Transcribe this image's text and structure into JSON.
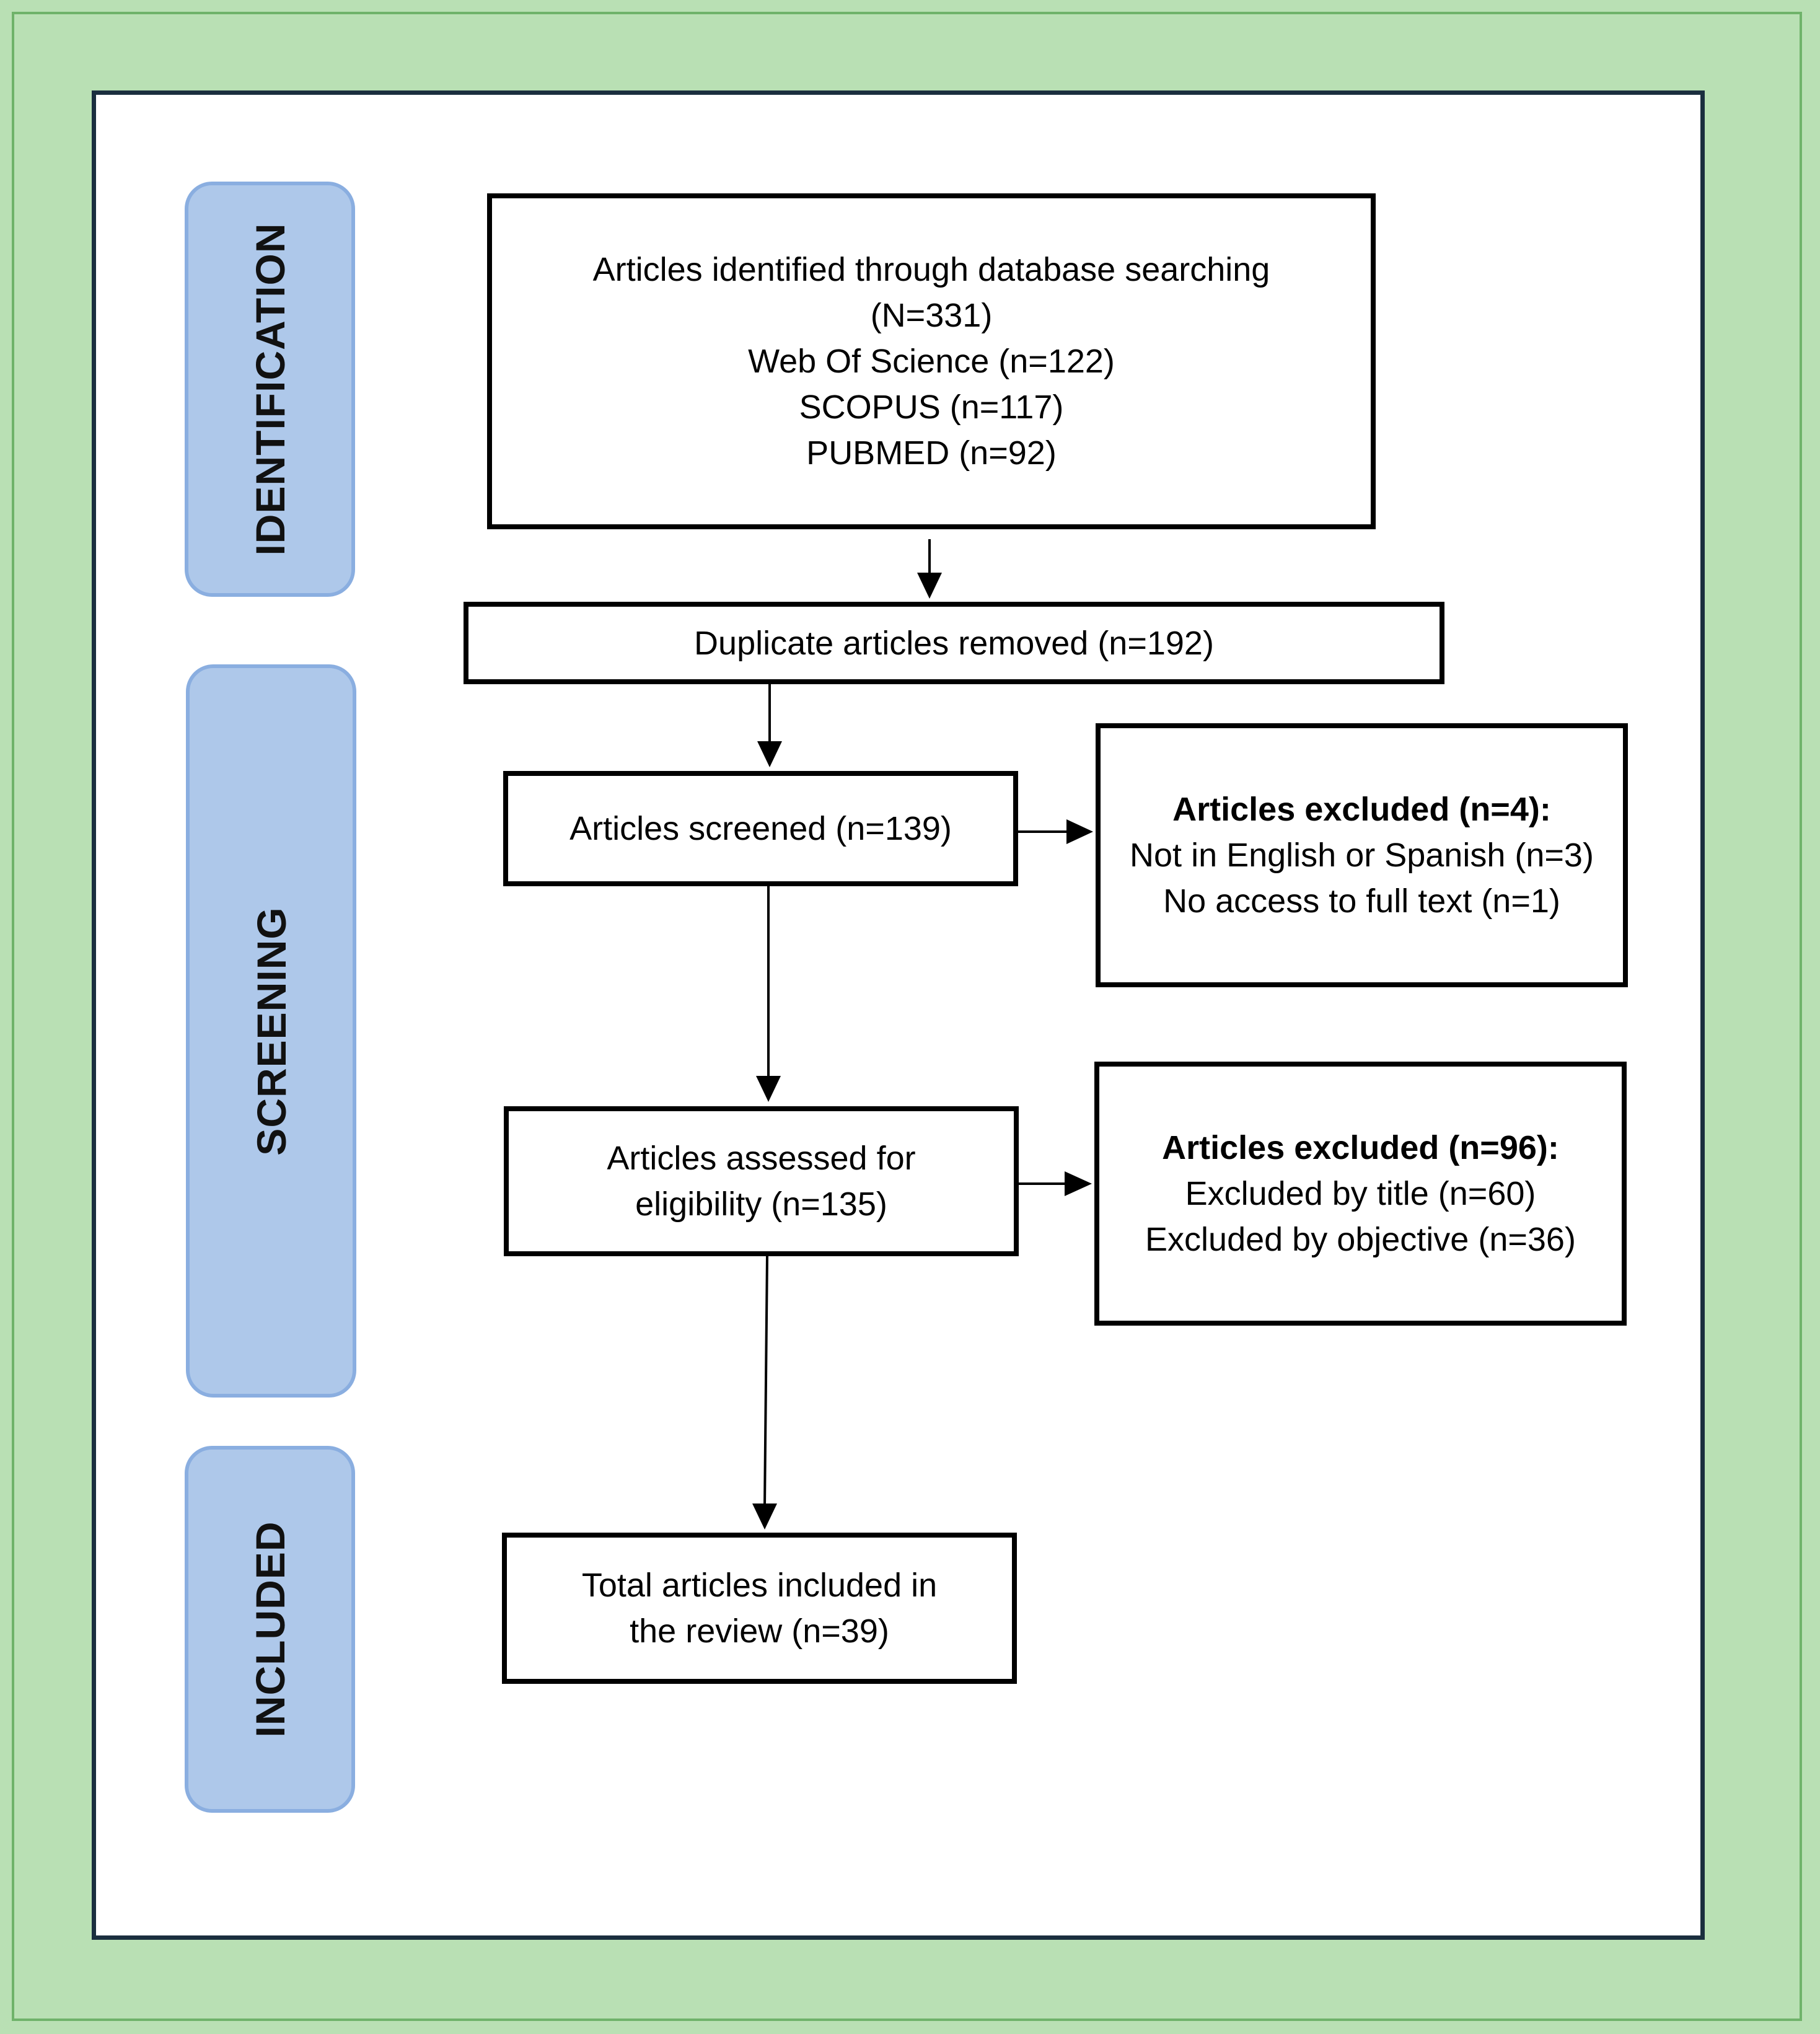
{
  "colors": {
    "outer_background": "#b9e0b4",
    "phase_fill": "#aec8ea",
    "phase_border": "#8aaee0",
    "frame_border": "#1b2f3f",
    "box_border": "#000000"
  },
  "phases": {
    "identification": "IDENTIFICATION",
    "screening": "SCREENING",
    "included": "INCLUDED"
  },
  "boxes": {
    "identified": {
      "line1": "Articles identified through database searching",
      "line2": "(N=331)",
      "line3": "Web Of Science (n=122)",
      "line4": "SCOPUS (n=117)",
      "line5": "PUBMED (n=92)"
    },
    "duplicates": {
      "line1": "Duplicate articles removed (n=192)"
    },
    "screened": {
      "line1": "Articles screened (n=139)"
    },
    "excluded_screening": {
      "title": "Articles excluded (n=4):",
      "line1": "Not in English or Spanish (n=3)",
      "line2": "No access to full text (n=1)"
    },
    "eligibility": {
      "line1": "Articles assessed for",
      "line2": "eligibility  (n=135)"
    },
    "excluded_eligibility": {
      "title": "Articles excluded (n=96):",
      "line1": "Excluded by title (n=60)",
      "line2": "Excluded by objective (n=36)"
    },
    "included": {
      "line1": "Total articles included in",
      "line2": "the review (n=39)"
    }
  }
}
